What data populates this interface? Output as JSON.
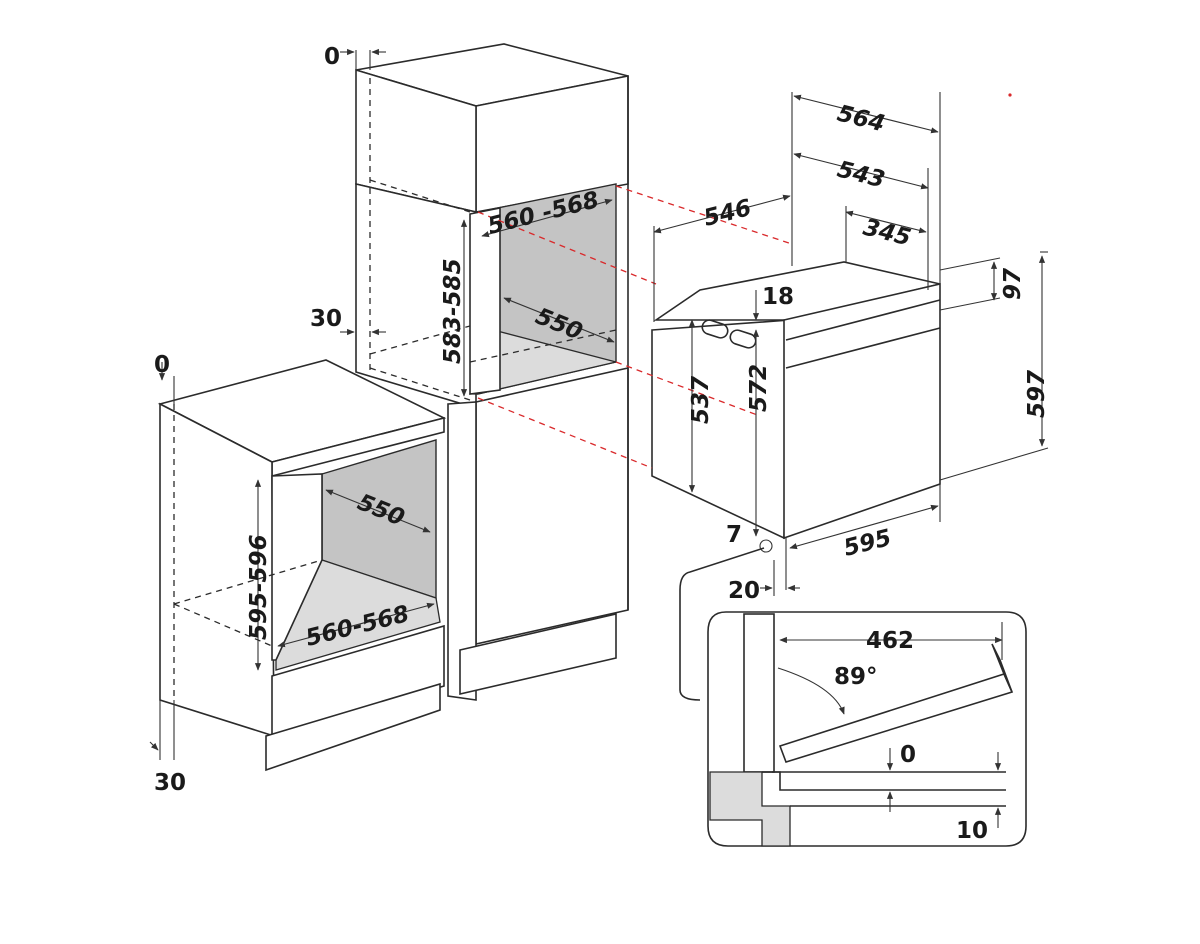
{
  "colors": {
    "line": "#2b2b2b",
    "recess": "#c4c4c4",
    "floor": "#dcdcdc",
    "red_dash": "#d9292b"
  },
  "labels": {
    "tall_top_gap": "0",
    "tall_opening_width": "560 -568",
    "tall_opening_height": "583-585",
    "tall_depth": "550",
    "tall_plinth_gap": "30",
    "base_top_gap": "0",
    "base_opening_height": "595-596",
    "base_depth": "550",
    "base_opening_width": "560-568",
    "base_bottom_gap": "30",
    "oven_total_depth": "564",
    "oven_body_depth": "543",
    "oven_side_depth": "546",
    "oven_top_depth": "345",
    "oven_top_offset": "18",
    "oven_panel_height": "97",
    "oven_total_height": "597",
    "oven_side_height": "537",
    "oven_front_height": "572",
    "oven_width": "595",
    "oven_bottom_offset": "7",
    "oven_front_thickness": "20",
    "door_length": "462",
    "door_angle": "89°",
    "door_gap_top": "0",
    "door_gap_bottom": "10"
  }
}
